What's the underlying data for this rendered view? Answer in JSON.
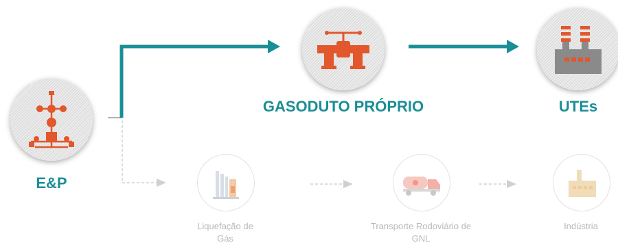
{
  "colors": {
    "teal": "#1a8e96",
    "orange": "#e2572b",
    "gray_faded": "#d0d0d0",
    "text_faded": "#b8b8b8"
  },
  "nodes": {
    "ep": {
      "label": "E&P",
      "icon": "wellhead-icon"
    },
    "gasoduto": {
      "label": "GASODUTO PRÓPRIO",
      "icon": "pipeline-valve-icon"
    },
    "utes": {
      "label": "UTEs",
      "icon": "power-plant-icon"
    },
    "liquefacao": {
      "label_line1": "Liquefação de",
      "label_line2": "Gás",
      "icon": "liquefaction-plant-icon"
    },
    "transporte": {
      "label_line1": "Transporte Rodoviário de",
      "label_line2": "GNL",
      "icon": "tanker-truck-icon"
    },
    "industria": {
      "label": "Indústria",
      "icon": "factory-icon"
    }
  }
}
